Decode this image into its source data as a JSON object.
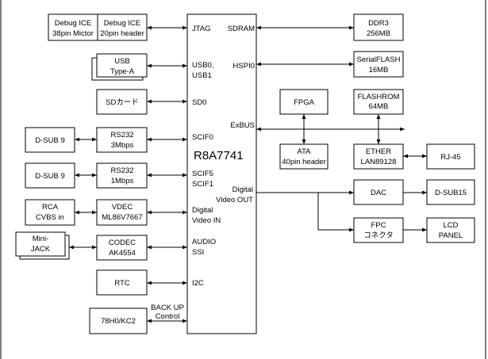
{
  "chip": {
    "name": "R8A7741"
  },
  "pins": {
    "jtag": "JTAG",
    "usb0": "USB0,",
    "usb1": "USB1",
    "sd0": "SD0",
    "scif0": "SCIF0",
    "scif5": "SCIF5",
    "scif1": "SCIF1",
    "dvin1": "Digital",
    "dvin2": "Video IN",
    "audio": "AUDIO",
    "ssi": "SSI",
    "i2c": "I2C",
    "sdram": "SDRAM",
    "hspi0": "HSPI0",
    "exbus": "ExBUS",
    "dvout1": "Digital",
    "dvout2": "Video OUT"
  },
  "blocks": {
    "debug_mictor": [
      "Debug ICE",
      "38pin Mictor"
    ],
    "debug_20pin": [
      "Debug ICE",
      "20pin header"
    ],
    "usb": [
      "USB",
      "Type-A"
    ],
    "sd": [
      "SDカード"
    ],
    "dsub9_a": [
      "D-SUB 9"
    ],
    "rs232_3": [
      "RS232",
      "3Mbps"
    ],
    "dsub9_b": [
      "D-SUB 9"
    ],
    "rs232_1": [
      "RS232",
      "1Mbps"
    ],
    "rca": [
      "RCA",
      "CVBS in"
    ],
    "vdec": [
      "VDEC",
      "ML86V7667"
    ],
    "minijack": [
      "Mini-",
      "JACK"
    ],
    "codec": [
      "CODEC",
      "AK4554"
    ],
    "rtc": [
      "RTC"
    ],
    "backup": [
      "78H0/KC2"
    ],
    "ddr3": [
      "DDR3",
      "256MB"
    ],
    "serialflash": [
      "SerialFLASH",
      "16MB"
    ],
    "fpga": [
      "FPGA"
    ],
    "flashrom": [
      "FLASHROM",
      "64MB"
    ],
    "ata": [
      "ATA",
      "40pin header"
    ],
    "ether": [
      "ETHER",
      "LAN89128"
    ],
    "rj45": [
      "RJ-45"
    ],
    "dac": [
      "DAC"
    ],
    "dsub15": [
      "D-SUB15"
    ],
    "fpc": [
      "FPC",
      "コネクタ"
    ],
    "lcd": [
      "LCD",
      "PANEL"
    ]
  },
  "labels": {
    "backup_control": [
      "BACK UP",
      "Control"
    ]
  }
}
